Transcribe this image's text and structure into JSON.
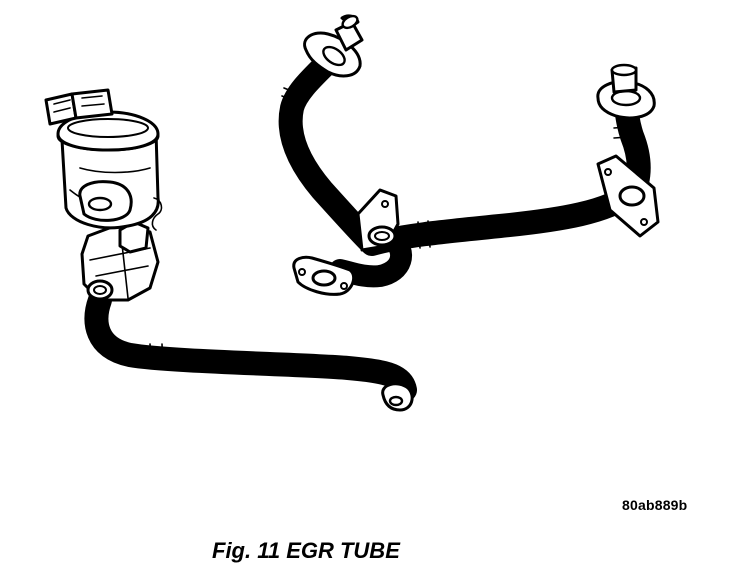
{
  "figure": {
    "reference_code": "80ab889b",
    "caption_number": "Fig. 11",
    "caption_title": "EGR TUBE"
  },
  "colors": {
    "line": "#000000",
    "background": "#ffffff",
    "highlight": "#ffffff"
  }
}
